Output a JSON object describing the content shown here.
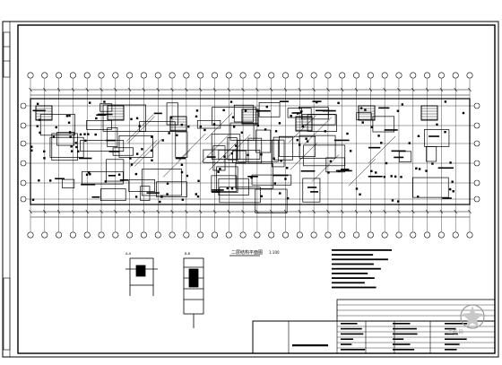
{
  "drawing": {
    "plan_title": "二层结构平面图",
    "plan_scale": "1:100",
    "section_labels": [
      "A-A",
      "B-B"
    ],
    "watermark_text": "工程 网",
    "colors": {
      "ink": "#000000",
      "paper": "#ffffff",
      "watermark": "#9a9a9a"
    }
  }
}
